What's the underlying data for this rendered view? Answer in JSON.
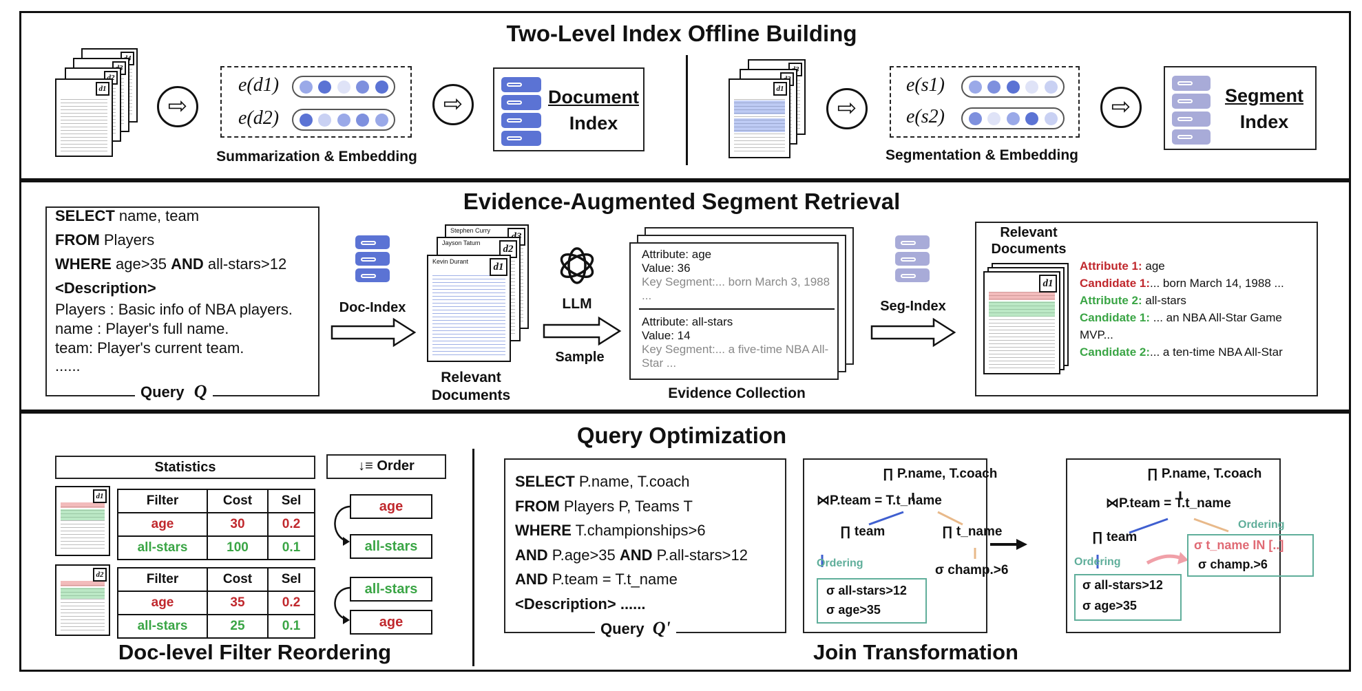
{
  "panel1": {
    "title": "Two-Level Index Offline Building",
    "doc_tags": [
      "d1",
      "d2",
      "d3",
      "d4"
    ],
    "embed_labels": [
      "e(d1)",
      "e(d2)"
    ],
    "embed_caption": "Summarization & Embedding",
    "doc_index_line1": "Document",
    "doc_index_line2": "Index",
    "seg_embed_labels": [
      "e(s1)",
      "e(s2)"
    ],
    "seg_caption": "Segmentation & Embedding",
    "seg_index_line1": "Segment",
    "seg_index_line2": "Index"
  },
  "panel2": {
    "title": "Evidence-Augmented Segment Retrieval",
    "query": {
      "line1_kw": "SELECT",
      "line1_rest": " name, team",
      "line2_kw": "FROM",
      "line2_rest": " Players",
      "line3_kw": "WHERE",
      "line3_rest": " age>35 ",
      "line3_kw2": "AND",
      "line3_rest2": " all-stars>12",
      "line4": "<Description>",
      "line5": "Players : Basic info of NBA players.",
      "line6": "name : Player's full name.",
      "line7": "team:  Player's current team.",
      "line8": "......",
      "caption": "Query",
      "symbol": "Q"
    },
    "doc_index_label": "Doc-Index",
    "relevant_docs": "Relevant Documents",
    "doc_header_names": [
      "Stephen Curry",
      "Jayson Tatum",
      "Kevin Durant"
    ],
    "llm_label": "LLM",
    "sample_label": "Sample",
    "evidence": {
      "attr1": "Attribute: age",
      "val1": "Value: 36",
      "key1": "Key Segment:... born March 3, 1988 ...",
      "attr2": "Attribute: all-stars",
      "val2": "Value: 14",
      "key2": "Key Segment:... a five-time NBA All-Star ..."
    },
    "evidence_caption": "Evidence Collection",
    "seg_index_label": "Seg-Index",
    "relevant_docs2": "Relevant Documents",
    "candidates": [
      {
        "label": "Attribute 1:",
        "text": " age",
        "color": "#c0282d"
      },
      {
        "label": "Candidate 1:",
        "text": "... born March 14, 1988 ...",
        "color": "#c0282d"
      },
      {
        "label": "Attribute 2:",
        "text": " all-stars",
        "color": "#3aa545"
      },
      {
        "label": "Candidate 1:",
        "text": " ... an NBA All-Star Game MVP...",
        "color": "#3aa545"
      },
      {
        "label": "Candidate 2:",
        "text": "... a ten-time NBA All-Star",
        "color": "#3aa545"
      }
    ]
  },
  "panel3": {
    "title": "Query Optimization",
    "statistics_label": "Statistics",
    "order_label": "Order",
    "table_headers": [
      "Filter",
      "Cost",
      "Sel"
    ],
    "table1": [
      [
        "age",
        "30",
        "0.2"
      ],
      [
        "all-stars",
        "100",
        "0.1"
      ]
    ],
    "table2": [
      [
        "age",
        "35",
        "0.2"
      ],
      [
        "all-stars",
        "25",
        "0.1"
      ]
    ],
    "order1": [
      "age",
      "all-stars"
    ],
    "order2": [
      "all-stars",
      "age"
    ],
    "reorder_caption": "Doc-level Filter Reordering",
    "query2": {
      "l1_kw": "SELECT",
      "l1": " P.name, T.coach",
      "l2_kw": "FROM",
      "l2": " Players P, Teams T",
      "l3_kw": "WHERE",
      "l3": " T.championships>6",
      "l4_kw": "AND",
      "l4": " P.age>35 ",
      "l4_kw2": "AND",
      "l4b": " P.all-stars>12",
      "l5_kw": "AND",
      "l5": " P.team = T.t_name",
      "l6": "<Description> ......",
      "caption": "Query",
      "symbol": "Q'"
    },
    "tree": {
      "proj": "∏ P.name, T.coach",
      "join": "⋈P.team = T.t_name",
      "proj_team": "∏ team",
      "proj_tname": "∏ t_name",
      "ordering": "Ordering",
      "sel1": "σ all-stars>12",
      "sel2": "σ  age>35",
      "champ": "σ champ.>6",
      "in_pred": "σ t_name IN [..]"
    },
    "join_caption": "Join Transformation"
  },
  "colors": {
    "blue": "#5b73d4",
    "light_blue": "#9aa9e8",
    "pale": "#c9d1f3",
    "purple": "#a8abd8",
    "red": "#c0282d",
    "green": "#3aa545",
    "teal": "#5fae9a",
    "pink": "#e89aa0"
  }
}
